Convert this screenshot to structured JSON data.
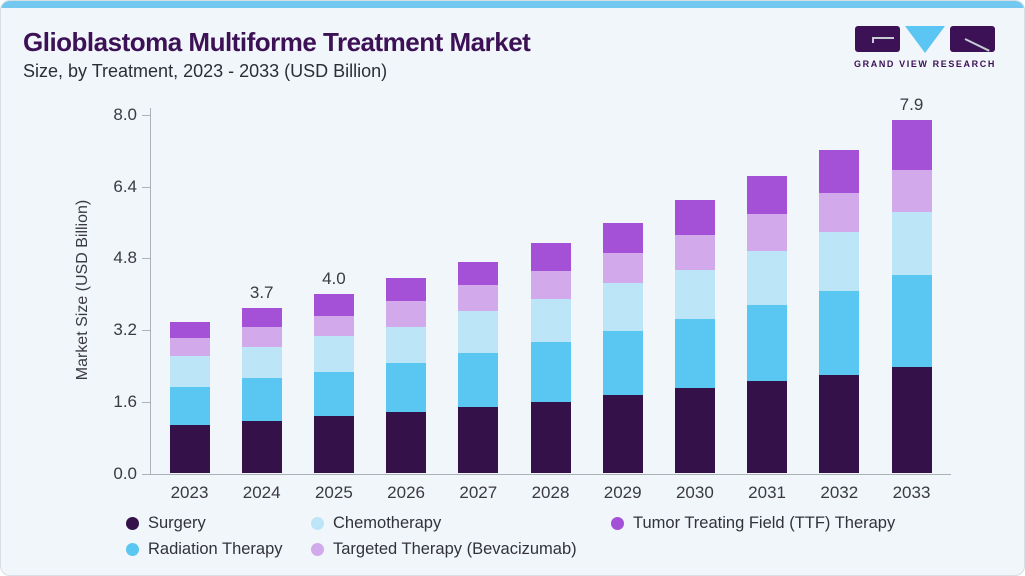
{
  "page": {
    "title": "Glioblastoma Multiforme Treatment Market",
    "subtitle": "Size, by Treatment, 2023 - 2033 (USD Billion)"
  },
  "brand": {
    "name": "GRAND VIEW RESEARCH",
    "purple": "#3c1156",
    "blue": "#5bc6f3"
  },
  "colors": {
    "card_background": "#f1f6fa",
    "top_accent": "#73c8ef",
    "title_text": "#3c1156",
    "axis": "#aab1b9",
    "label_text": "#3a3a41"
  },
  "chart_data": {
    "type": "bar",
    "stacked": true,
    "title": "Glioblastoma Multiforme Treatment Market Size, by Treatment, 2023 - 2033 (USD Billion)",
    "xlabel": "",
    "ylabel": "Market Size (USD Billion)",
    "ylim": [
      0,
      8.0
    ],
    "ytick_labels": [
      "0.0",
      "1.6",
      "3.2",
      "4.8",
      "6.4",
      "8.0"
    ],
    "grid": false,
    "legend_position": "bottom",
    "categories": [
      "2023",
      "2024",
      "2025",
      "2026",
      "2027",
      "2028",
      "2029",
      "2030",
      "2031",
      "2032",
      "2033"
    ],
    "series": [
      {
        "name": "Surgery",
        "color": "#341148",
        "values": [
          1.09,
          1.18,
          1.28,
          1.37,
          1.49,
          1.6,
          1.75,
          1.9,
          2.07,
          2.2,
          2.38
        ]
      },
      {
        "name": "Radiation Therapy",
        "color": "#5ac7f3",
        "values": [
          0.84,
          0.95,
          0.99,
          1.1,
          1.19,
          1.34,
          1.42,
          1.55,
          1.7,
          1.87,
          2.05
        ]
      },
      {
        "name": "Chemotherapy",
        "color": "#bce6f8",
        "values": [
          0.69,
          0.69,
          0.79,
          0.81,
          0.95,
          0.96,
          1.08,
          1.1,
          1.2,
          1.31,
          1.4
        ]
      },
      {
        "name": "Targeted Therapy (Bevacizumab)",
        "color": "#d2aaeb",
        "values": [
          0.4,
          0.45,
          0.45,
          0.58,
          0.58,
          0.61,
          0.67,
          0.78,
          0.83,
          0.88,
          0.95
        ]
      },
      {
        "name": "Tumor Treating Field (TTF) Therapy",
        "color": "#a551d7",
        "values": [
          0.37,
          0.43,
          0.49,
          0.51,
          0.52,
          0.64,
          0.67,
          0.78,
          0.85,
          0.97,
          1.12
        ]
      }
    ],
    "bar_total_labels": [
      "",
      "3.7",
      "4.0",
      "",
      "",
      "",
      "",
      "",
      "",
      "",
      "7.9"
    ],
    "legend_items": [
      "Surgery",
      "Chemotherapy",
      "Tumor Treating Field (TTF) Therapy",
      "Radiation Therapy",
      "Targeted Therapy (Bevacizumab)"
    ]
  }
}
